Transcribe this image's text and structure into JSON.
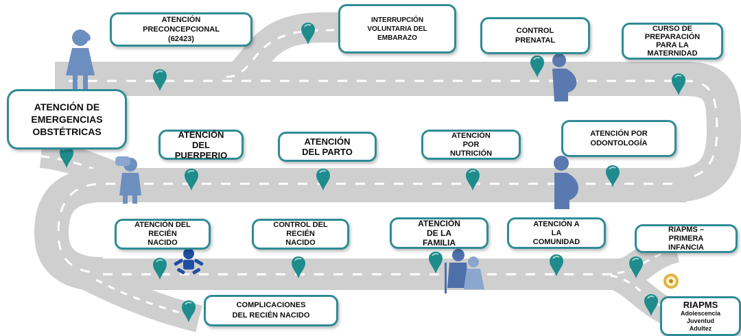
{
  "colors": {
    "road": "#cfcfcf",
    "road_dash": "#ffffff",
    "box_border": "#2e8b95",
    "pin": "#1e8c8c",
    "figure": "#6d8fc0",
    "baby": "#1f4fa3"
  },
  "stations": {
    "preconcepcional": "ATENCIÓN\nPRECONCEPCIONAL\n(62423)",
    "ive": "INTERRUPCIÓN\nVOLUNTARIA DEL\nEMBARAZO",
    "control_prenatal": "CONTROL\nPRENATAL",
    "curso_maternidad": "CURSO DE\nPREPARACIÓN\nPARA LA\nMATERNIDAD",
    "emergencias": "ATENCIÓN DE\nEMERGENCIAS\nOBSTÉTRICAS",
    "puerperio": "ATENCIÓN\nDEL\nPUERPERIO",
    "parto": "ATENCIÓN\nDEL PARTO",
    "nutricion": "ATENCIÓN\nPOR\nNUTRICIÓN",
    "odontologia": "ATENCIÓN POR\nODONTOLOGÍA",
    "recien_nacido": "ATENCIÓN DEL\nRECIÉN\nNACIDO",
    "control_recien_nacido": "CONTROL DEL\nRECIÉN\nNACIDO",
    "familia": "ATENCIÓN\nDE LA\nFAMILIA",
    "comunidad": "ATENCIÓN A\nLA\nCOMUNIDAD",
    "primera_infancia": "RIAPMS –\nPRIMERA\nINFANCIA",
    "complicaciones": "COMPLICACIONES\nDEL RECIÉN NACIDO",
    "riapms_title": "RIAPMS",
    "riapms_sub": "Adolescencia\nJuventud\nAdultez"
  },
  "icons": [
    "woman-icon",
    "pregnant-woman-icon",
    "mother-with-baby-icon",
    "baby-icon",
    "family-icon",
    "map-pin-icon",
    "seal-icon"
  ]
}
